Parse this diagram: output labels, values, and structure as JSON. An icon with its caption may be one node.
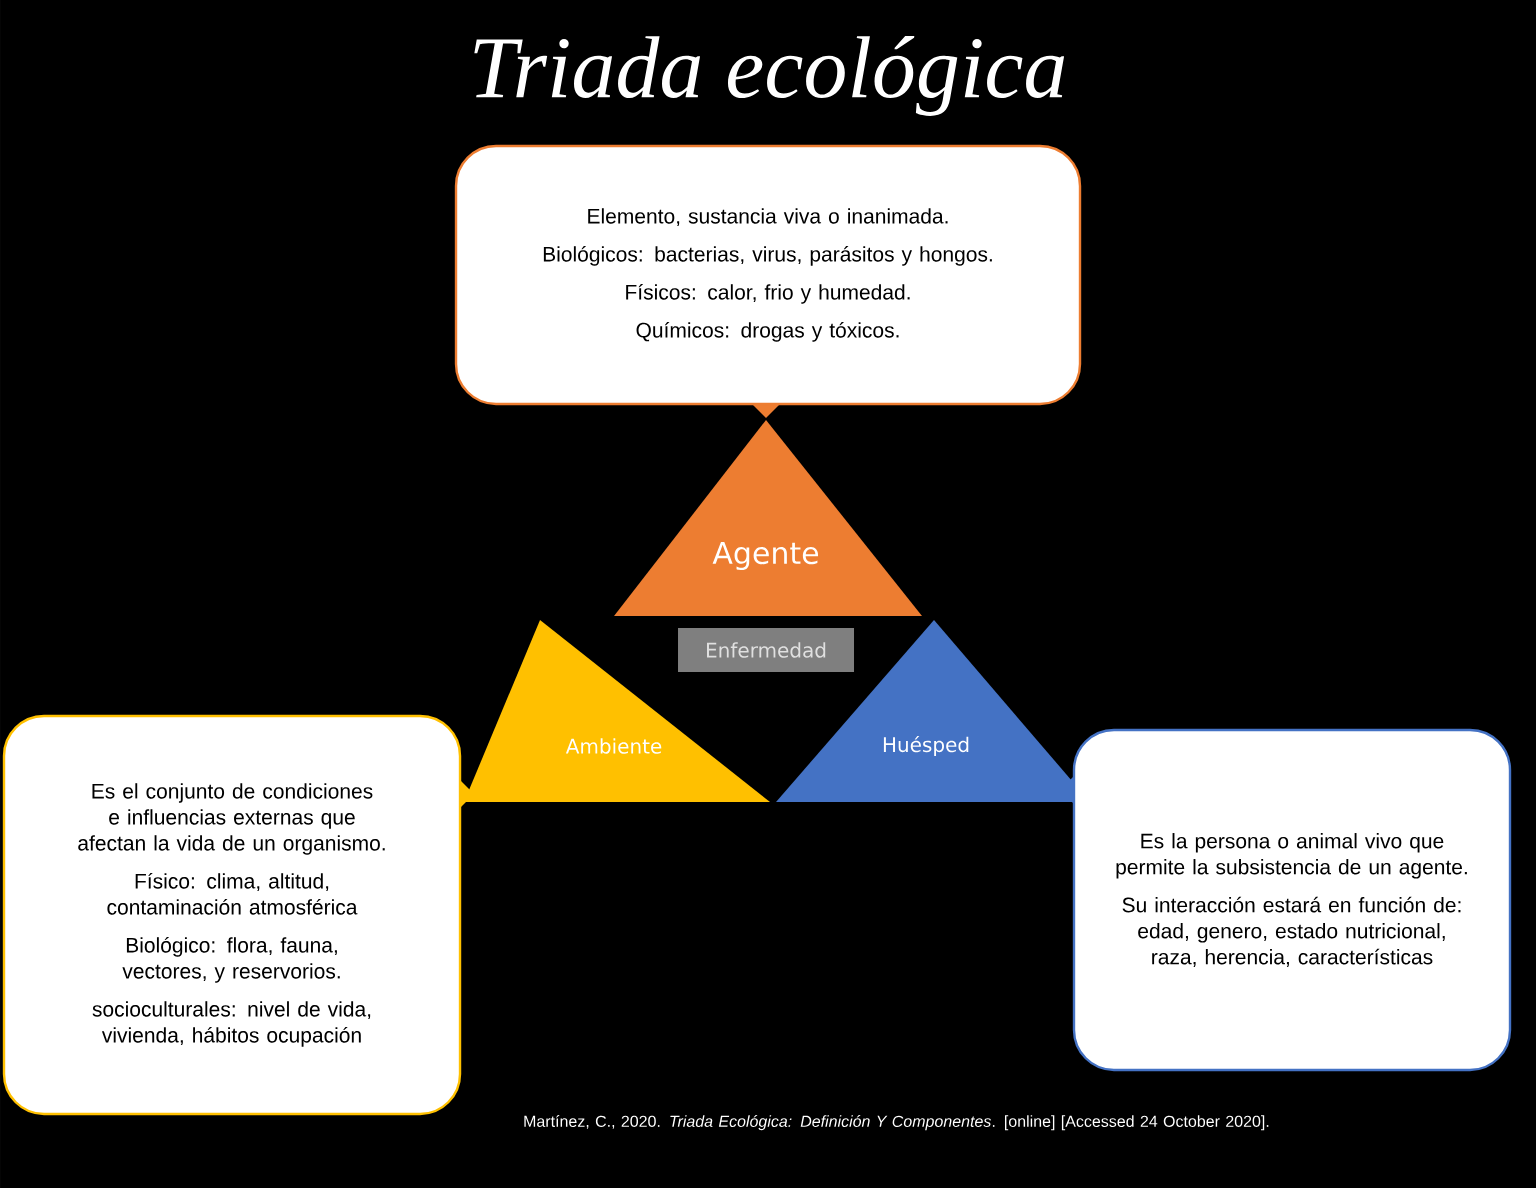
{
  "diagram": {
    "title": "Triada ecológica",
    "nodes": [
      {
        "text": [
          "Elemento, sustancia viva o inanimada.",
          "Biológicos: bacterias, virus, parásitos y hongos.",
          "Físicos: calor, frio y humedad.",
          "Químicos: drogas y tóxicos."
        ]
      },
      {
        "text": [
          "Agente"
        ]
      },
      {
        "text": [
          "Enfermedad"
        ]
      },
      {
        "text": [
          "Ambiente"
        ]
      },
      {
        "text": [
          "Huésped"
        ]
      },
      {
        "text": [
          "Es el conjunto de condiciones e influencias externas que afectan la vida de un organismo.",
          "Físico: clima, altitud, contaminación atmosférica",
          "Biológico: flora, fauna, vectores, y reservorios.",
          "socioculturales: nivel de vida, vivienda, hábitos ocupación"
        ]
      },
      {
        "text": [
          "Es la persona o animal vivo que permite la subsistencia de un agente.",
          "Su interacción estará en función de: edad, genero, estado nutricional, raza, herencia, características"
        ]
      }
    ],
    "labels": [
      "Martínez, C., 2020. *Triada Ecológica: Definición Y Componentes*. [online] [Accessed 24 October 2020]."
    ]
  }
}
